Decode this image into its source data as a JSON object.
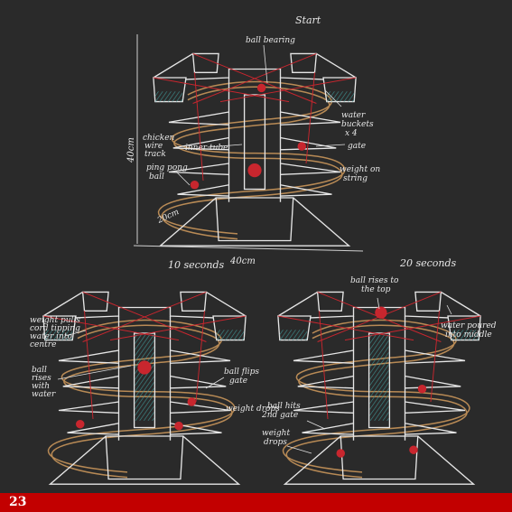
{
  "page_number": "23",
  "colors": {
    "background": "#2a2a2a",
    "line": "#e6e6e6",
    "red": "#c8262e",
    "track": "#b88a55",
    "water": "#3e8f8f",
    "footer": "#c20000"
  },
  "top": {
    "start": "Start",
    "ball_bearing": "ball bearing",
    "water_buckets": "water\nbuckets\nx 4",
    "chicken_wire": "chicken\nwire\ntrack",
    "inner_tube": "inner tube",
    "gate": "gate",
    "ping_pong": "ping pong\nball",
    "weight_on_string": "weight on\nstring",
    "height": "40cm",
    "depth": "20cm",
    "width": "40cm"
  },
  "left": {
    "title": "10 seconds",
    "weight_pulls": "weight pulls\ncord tipping\nwater into\ncentre",
    "ball_rises": "ball\nrises\nwith\nwater",
    "ball_flips": "ball flips\ngate",
    "weight_drops": "weight drops"
  },
  "right": {
    "title": "20 seconds",
    "ball_rises_top": "ball rises to\nthe top",
    "water_poured": "water poured\ninto middle",
    "ball_hits": "ball hits\n2nd gate",
    "weight_drops": "weight\ndrops"
  }
}
